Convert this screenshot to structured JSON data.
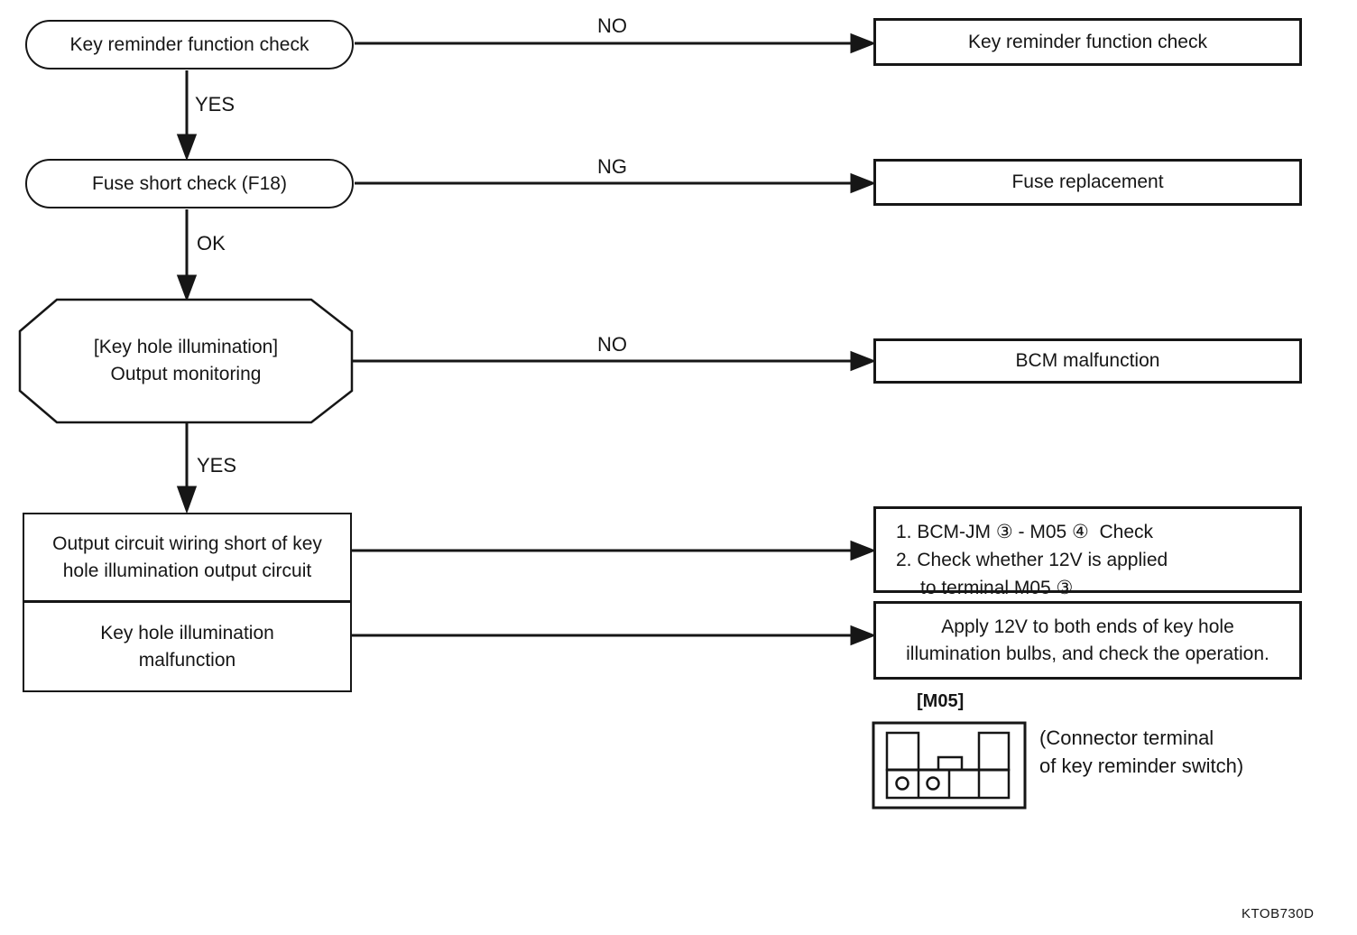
{
  "palette": {
    "ink": "#161616",
    "paper": "#ffffff"
  },
  "flow": {
    "steps": {
      "key_reminder_check": "Key reminder function check",
      "fuse_short_check": "Fuse short check (F18)",
      "output_monitoring": "[Key hole illumination]\nOutput monitoring",
      "wiring_short": "Output circuit wiring short of key\nhole illumination output circuit",
      "keyhole_malfunction": "Key hole illumination\nmalfunction"
    },
    "branch_labels": {
      "no_top": "NO",
      "yes_top": "YES",
      "ng": "NG",
      "ok": "OK",
      "no_mid": "NO",
      "yes_mid": "YES"
    },
    "actions": {
      "key_reminder_check": "Key reminder function check",
      "fuse_replacement": "Fuse replacement",
      "bcm_malfunction": "BCM malfunction",
      "bcm_jm_check_lines": [
        "1. BCM-JM ③ - M05 ④  Check",
        "2. Check whether 12V is applied",
        "to terminal M05 ③"
      ],
      "apply_12v": "Apply 12V to both ends of key hole\nillumination bulbs, and check the operation."
    }
  },
  "connector_note": {
    "tag": "[M05]",
    "caption": "(Connector terminal\nof key reminder switch)"
  },
  "figure_code": "KTOB730D"
}
